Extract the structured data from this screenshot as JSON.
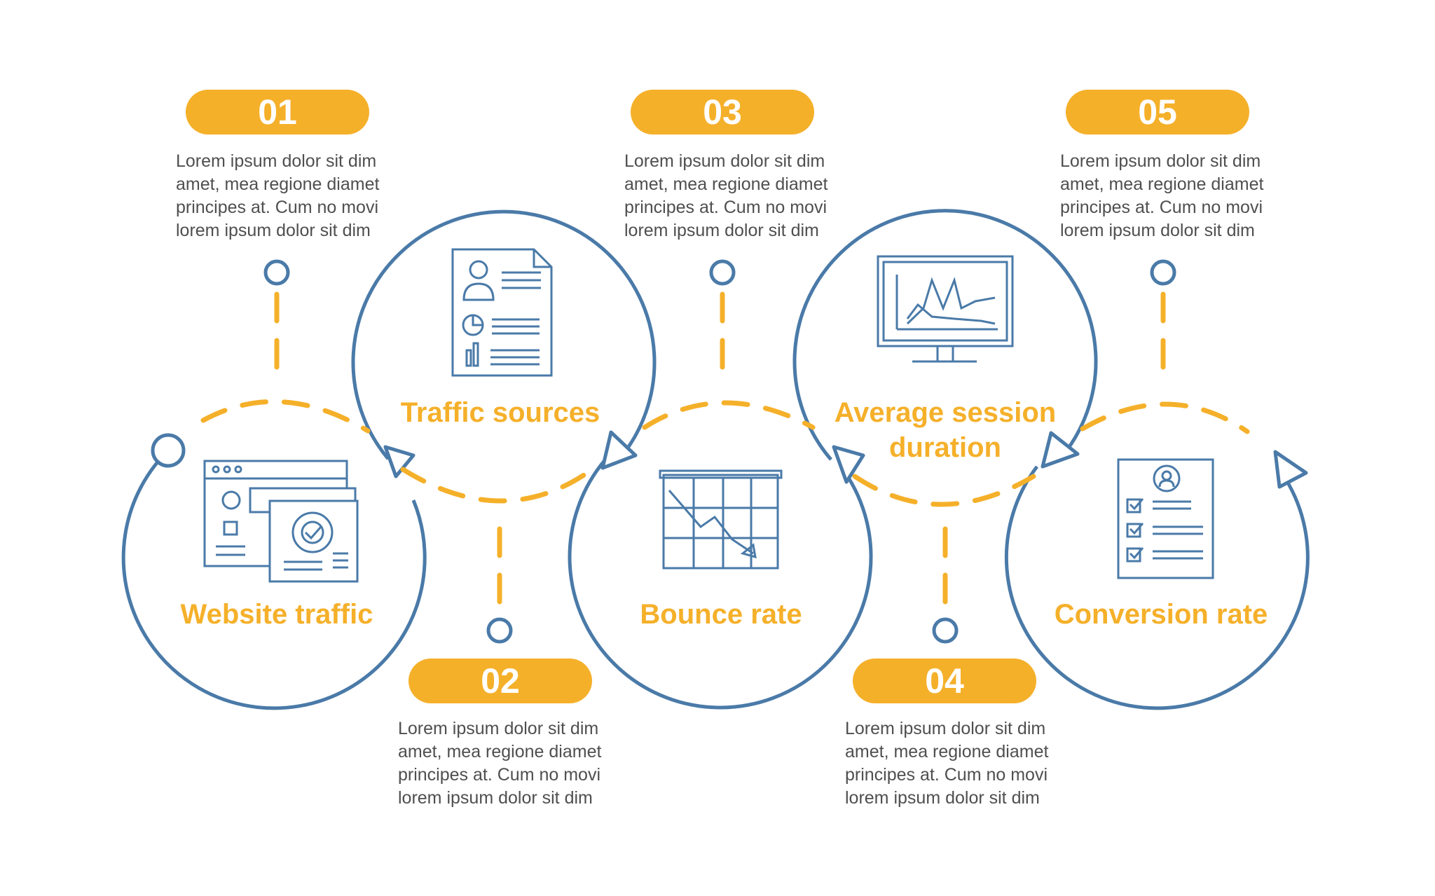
{
  "colors": {
    "accent": "#f5b02a",
    "stroke": "#4a7aa8",
    "text": "#4f4f4f",
    "pill_text": "#ffffff"
  },
  "steps": [
    {
      "number": "01",
      "title": "Website traffic",
      "icon": "browser-analytics-icon",
      "description": [
        "Lorem ipsum dolor sit dim",
        "amet, mea regione diamet",
        "principes at. Cum no movi",
        "lorem ipsum dolor sit dim"
      ]
    },
    {
      "number": "02",
      "title": "Traffic sources",
      "icon": "report-document-icon",
      "description": [
        "Lorem ipsum dolor sit dim",
        "amet, mea regione diamet",
        "principes at. Cum no movi",
        "lorem ipsum dolor sit dim"
      ]
    },
    {
      "number": "03",
      "title": "Bounce rate",
      "icon": "declining-chart-icon",
      "description": [
        "Lorem ipsum dolor sit dim",
        "amet, mea regione diamet",
        "principes at. Cum no movi",
        "lorem ipsum dolor sit dim"
      ]
    },
    {
      "number": "04",
      "title_lines": [
        "Average session",
        "duration"
      ],
      "icon": "monitor-graph-icon",
      "description": [
        "Lorem ipsum dolor sit dim",
        "amet, mea regione diamet",
        "principes at. Cum no movi",
        "lorem ipsum dolor sit dim"
      ]
    },
    {
      "number": "05",
      "title": "Conversion rate",
      "icon": "checklist-resume-icon",
      "description": [
        "Lorem ipsum dolor sit dim",
        "amet, mea regione diamet",
        "principes at. Cum no movi",
        "lorem ipsum dolor sit dim"
      ]
    }
  ]
}
